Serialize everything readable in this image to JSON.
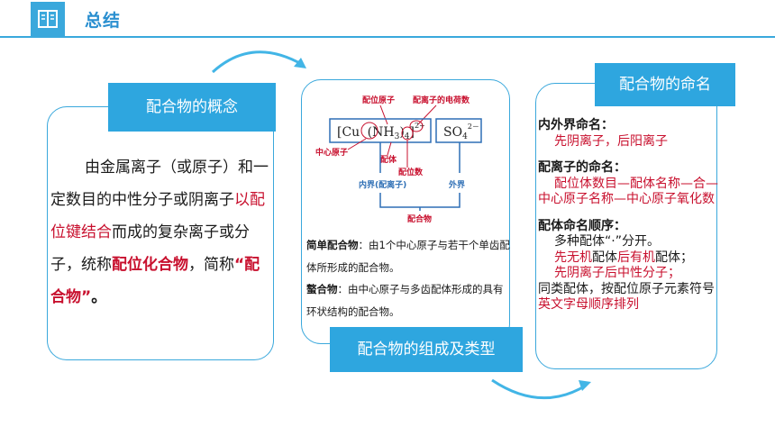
{
  "header": {
    "title": "总结",
    "icon": "book-icon"
  },
  "colors": {
    "accent": "#2ea6df",
    "emphasis": "#c8102e"
  },
  "concept": {
    "tag": "配合物的概念",
    "s1": "由金属离子（或原子）和一定数目的中性分子或阴离子",
    "s2": "以配位键结合",
    "s3": "而成的复杂离子或分子，统称",
    "s4": "配位化合物",
    "s5": "，简称",
    "s6": "“配合物”",
    "s7": "。"
  },
  "composition": {
    "tag": "配合物的组成及类型",
    "diagram": {
      "label_coord_atom": "配位原子",
      "label_charge": "配离子的电荷数",
      "label_center": "中心原子",
      "label_ligand": "配体",
      "label_coord_num": "配位数",
      "label_inner": "内界(配离子)",
      "label_outer": "外界",
      "label_complex": "配合物",
      "formula_cu": "[Cu",
      "formula_nh": "(NH",
      "formula_3": "3",
      "formula_close": ")",
      "formula_4": "4",
      "formula_end": "]",
      "formula_charge": "2+",
      "formula_so": "SO",
      "formula_so4": "4",
      "formula_so_charge": "2－"
    },
    "simple_label": "简单配合物",
    "simple_text": "：由1个中心原子与若干个单齿配体所形成的配合物。",
    "chelate_label": "螯合物",
    "chelate_text": "：由中心原子与多齿配体形成的具有环状结构的配合物。"
  },
  "naming": {
    "tag": "配合物的命名",
    "h1": "内外界命名：",
    "t1": "先阴离子，后阳离子",
    "h2": "配离子的命名：",
    "t2": "配位体数目—配体名称—合—中心原子名称—中心原子氧化数",
    "h3": "配体命名顺序：",
    "r1": "多种配体“·”分开。",
    "r2a": "先无机",
    "r2b": "配体",
    "r2c": "后有机",
    "r2d": "配体；",
    "r3": "先阴离子后中性分子；",
    "r4a": "同类配体，按配位原子元素符号",
    "r4b": "英文字母顺序排列"
  }
}
